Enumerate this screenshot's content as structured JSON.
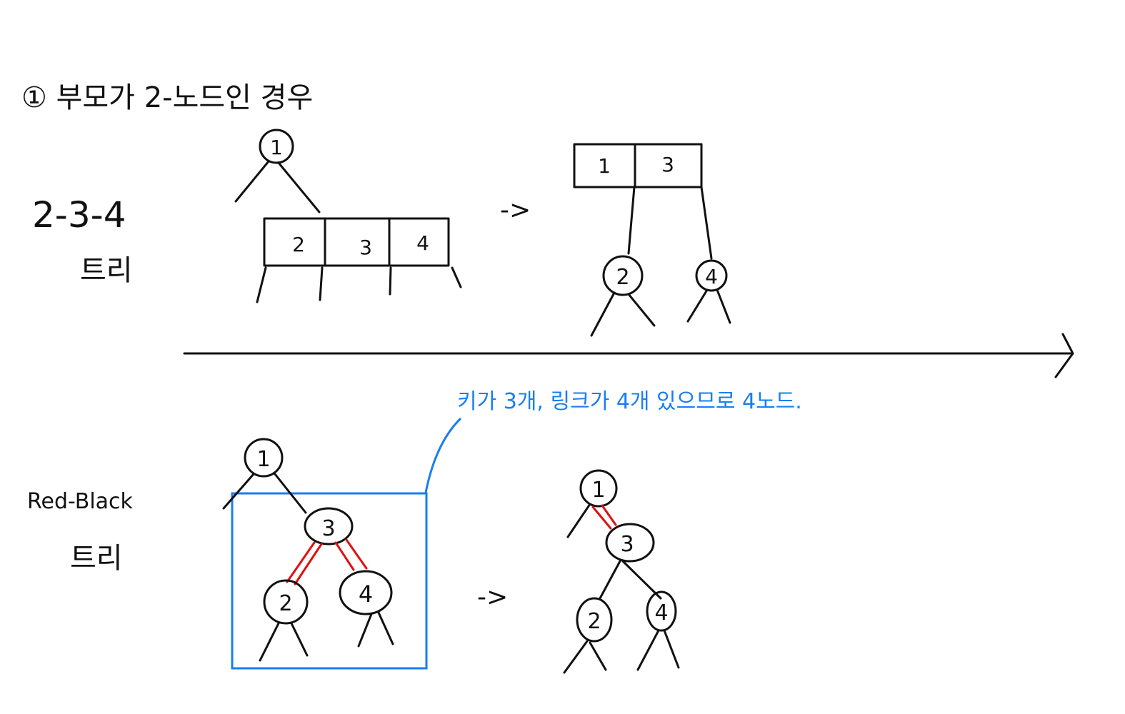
{
  "heading": "① 부모가 2-노드인 경우",
  "labels": {
    "tree234": "2-3-4",
    "tree234_sub": "트리",
    "redblack": "Red-Black",
    "redblack_sub": "트리"
  },
  "annotation": "키가 3개, 링크가 4개 있으므로 4노드.",
  "arrow": "->",
  "tree234_before": {
    "parent": "1",
    "child_keys": [
      "2",
      "3",
      "4"
    ]
  },
  "tree234_after": {
    "parent_keys": [
      "1",
      "3"
    ],
    "children": [
      "2",
      "4"
    ]
  },
  "rb_before": {
    "nodes": [
      "1",
      "3",
      "2",
      "4"
    ]
  },
  "rb_after": {
    "nodes": [
      "1",
      "3",
      "2",
      "4"
    ]
  },
  "colors": {
    "ink": "#111111",
    "red_link": "#e01010",
    "highlight": "#1a7ef0"
  }
}
